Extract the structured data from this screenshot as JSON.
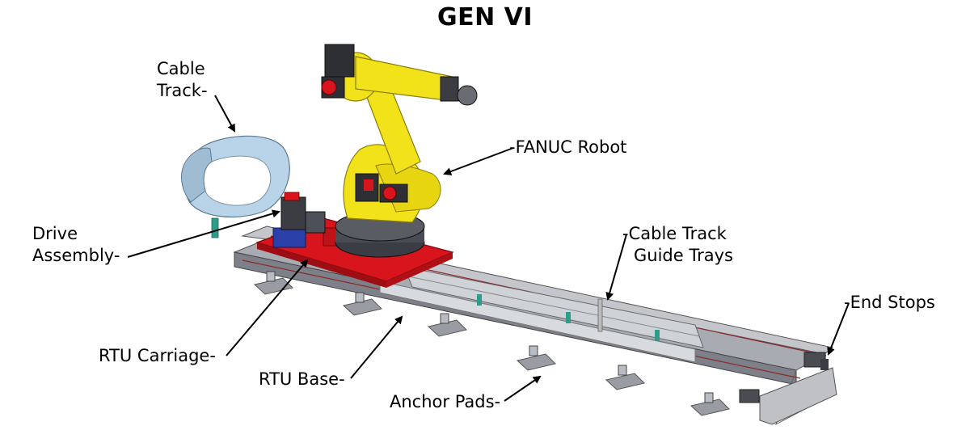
{
  "title": "GEN VI",
  "labels": {
    "cable_track": [
      "Cable",
      "Track-"
    ],
    "fanuc_robot": "-FANUC Robot",
    "drive_assembly": [
      "Drive",
      "Assembly-"
    ],
    "cable_track_guide_trays": [
      "-Cable Track",
      "Guide Trays"
    ],
    "end_stops": "-End Stops",
    "rtu_carriage": "RTU Carriage-",
    "rtu_base": "RTU Base-",
    "anchor_pads": "Anchor Pads-"
  },
  "colors": {
    "robot_yellow": "#f2e21a",
    "carriage_red": "#d8141c",
    "base_gray": "#8d8f98",
    "cable_track_blue": "#b9d3e8",
    "motor_blue": "#2b3fa8",
    "accent_teal": "#2e9c8a"
  }
}
